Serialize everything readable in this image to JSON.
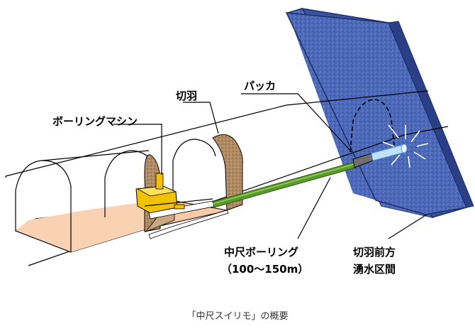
{
  "labels": {
    "face": "切羽",
    "packer": "パッカ",
    "machine": "ボーリングマシン",
    "boring_name": "中尺ボーリング",
    "boring_range": "（100〜150m）",
    "water_line1": "切羽前方",
    "water_line2": "湧水区間"
  },
  "caption": "「中尺スイリモ」の概要",
  "colors": {
    "rock_wall": "#4a67b8",
    "rock_edge": "#2b3f86",
    "rock_side": "#3a53a0",
    "tunnel_floor": "#f7c9a6",
    "face_rock": "#b89470",
    "machine": "#f2c200",
    "boring_rod": "#5a9a2a",
    "packer": "#707070",
    "water": "#bfe3ff",
    "line": "#000000"
  },
  "icons": [
    "water-spray-icon"
  ]
}
